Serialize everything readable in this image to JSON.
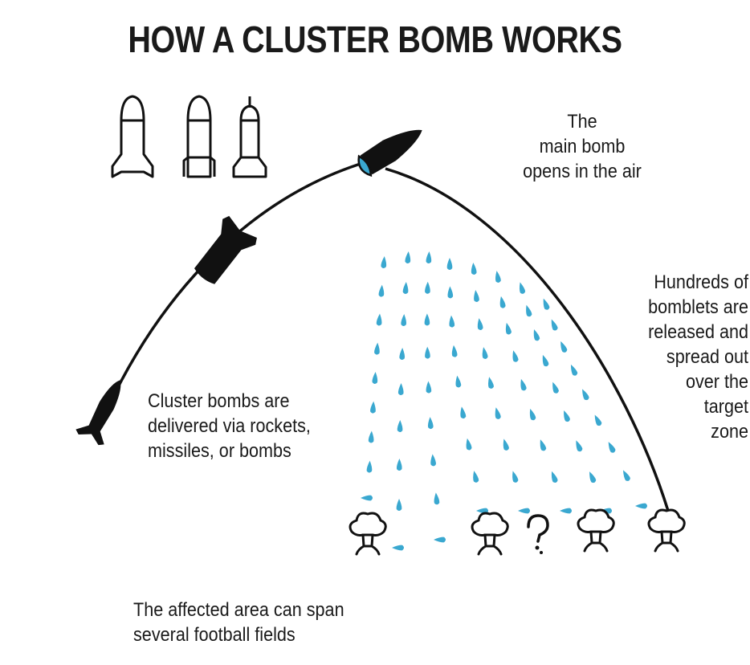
{
  "title": "HOW A CLUSTER BOMB WORKS",
  "labels": {
    "opens": "The\nmain bomb\nopens in the air",
    "released": "Hundreds of\nbomblets are\nreleased and\nspread out\nover the\ntarget\nzone",
    "delivered": "Cluster bombs are\ndelivered via rockets,\nmissiles, or bombs",
    "area": "The affected area can span\nseveral football fields"
  },
  "colors": {
    "ink": "#111111",
    "bomblet": "#3aa8d0"
  },
  "icons": {
    "munitions": [
      "rocket-icon",
      "missile-icon",
      "bomb-icon"
    ],
    "explosions": [
      "explosion-icon",
      "explosion-icon",
      "dud-icon",
      "explosion-icon",
      "explosion-icon"
    ]
  }
}
